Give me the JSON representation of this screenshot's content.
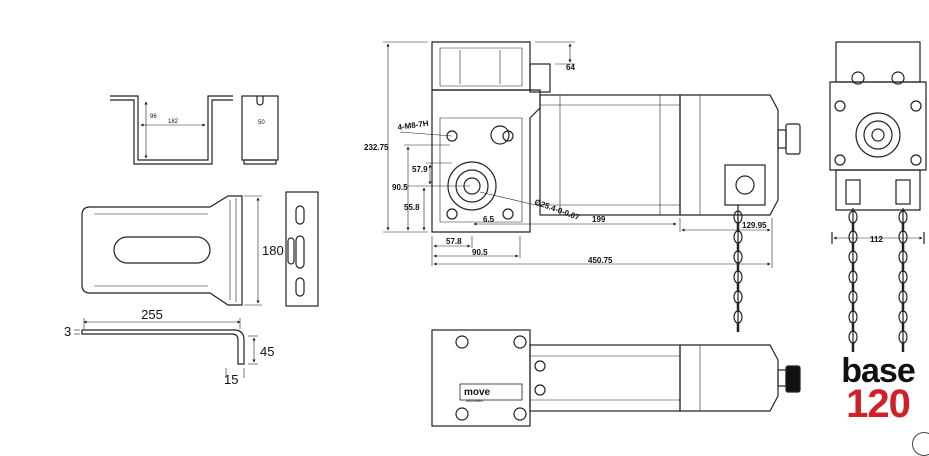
{
  "bracket_top": {
    "dim_width": "182",
    "dim_depth": "96",
    "dim_side": "50"
  },
  "bracket_plate": {
    "dim_height": "180",
    "dim_length": "255",
    "dim_thickness": "3",
    "dim_leg": "45",
    "dim_foot": "15"
  },
  "motor_side": {
    "dim_overall_height": "232.75",
    "dim_top": "64",
    "dim_holes": "4-M8-7H",
    "dim_579": "57.9",
    "dim_905v": "90.5",
    "dim_558": "55.8",
    "dim_65": "6.5",
    "dim_shaft": "Ø25.4-0-0.07",
    "dim_199": "199",
    "dim_12995": "129.95",
    "dim_578": "57.8",
    "dim_905h": "90.5",
    "dim_45075": "450.75"
  },
  "motor_front": {
    "dim_width": "112"
  },
  "motor_top": {
    "logo": "move",
    "logo_sub": "automation"
  },
  "brand": {
    "line1": "base",
    "line2": "120"
  }
}
